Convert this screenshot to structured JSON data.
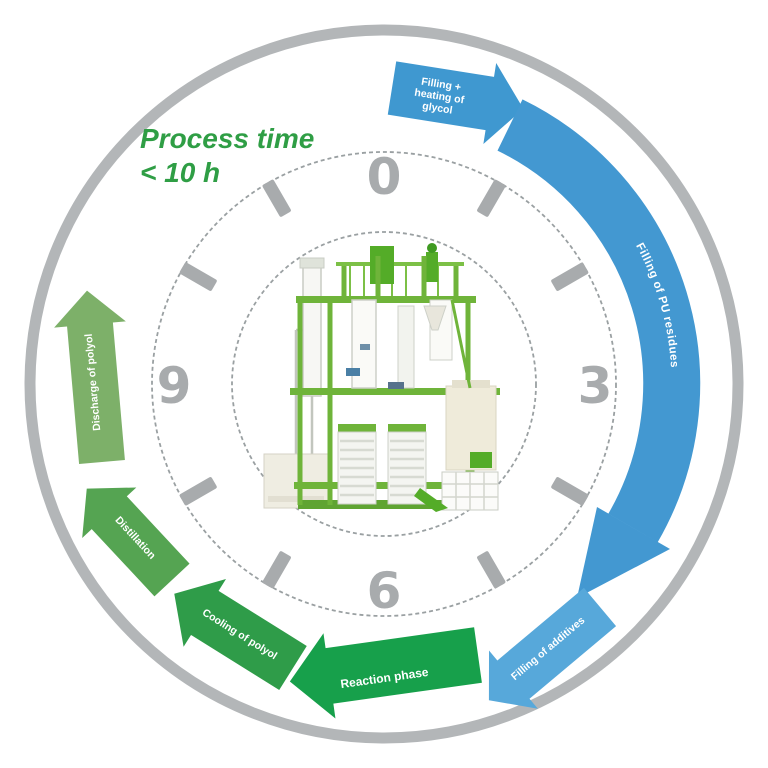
{
  "title": {
    "line1": "Process time",
    "line2": "< 10 h",
    "color": "#2f9e45"
  },
  "clock": {
    "numbers": [
      "0",
      "3",
      "6",
      "9"
    ],
    "positions": 12,
    "tick_hours": [
      1,
      2,
      4,
      5,
      7,
      8,
      10,
      11
    ],
    "tick_color": "#a8abad",
    "number_color": "#a8abad",
    "circle_color": "#9aa0a2",
    "outer_ring_color": "#b3b6b8"
  },
  "phases": [
    {
      "id": "filling-heating-glycol",
      "label": "Filling + heating of glycol",
      "lines": [
        "Filling +",
        "heating of",
        "glycol"
      ],
      "color": "#3f98d0"
    },
    {
      "id": "filling-pu-residues",
      "label": "Filling of PU residues",
      "color": "#4398d1"
    },
    {
      "id": "filling-additives",
      "label": "Filling of additives",
      "color": "#57a8da"
    },
    {
      "id": "reaction-phase",
      "label": "Reaction phase",
      "color": "#17a04b"
    },
    {
      "id": "cooling-of-polyol",
      "label": "Cooling of polyol",
      "color": "#2f9c49"
    },
    {
      "id": "distillation",
      "label": "Distillation",
      "color": "#55a452"
    },
    {
      "id": "discharge-of-polyol",
      "label": "Discharge of polyol",
      "color": "#7db069"
    }
  ],
  "center_image": {
    "name": "chemical-plant-render"
  }
}
